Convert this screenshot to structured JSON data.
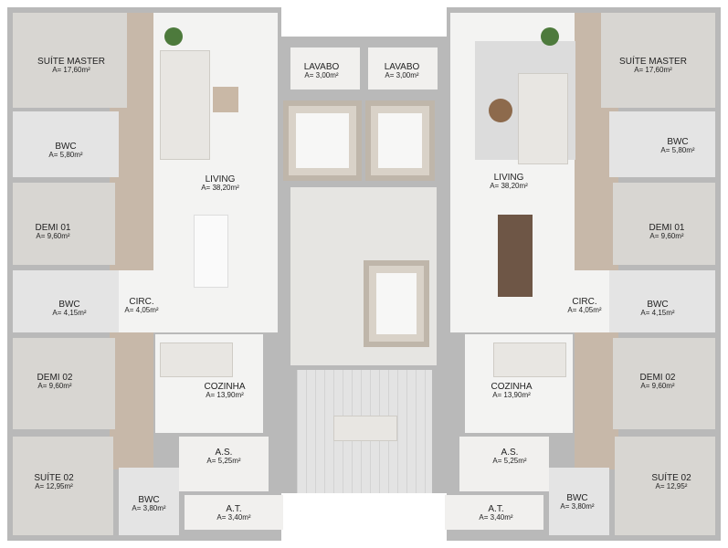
{
  "rooms": {
    "l_suite_master": {
      "name": "SUÍTE MASTER",
      "area": "A= 17,60m²"
    },
    "l_bwc_master": {
      "name": "BWC",
      "area": "A= 5,80m²"
    },
    "l_demi01": {
      "name": "DEMI 01",
      "area": "A= 9,60m²"
    },
    "l_bwc_demi": {
      "name": "BWC",
      "area": "A= 4,15m²"
    },
    "l_circ": {
      "name": "CIRC.",
      "area": "A= 4,05m²"
    },
    "l_living": {
      "name": "LIVING",
      "area": "A= 38,20m²"
    },
    "l_lavabo": {
      "name": "LAVABO",
      "area": "A= 3,00m²"
    },
    "l_demi02": {
      "name": "DEMI 02",
      "area": "A= 9,60m²"
    },
    "l_cozinha": {
      "name": "COZINHA",
      "area": "A= 13,90m²"
    },
    "l_suite02": {
      "name": "SUÍTE 02",
      "area": "A= 12,95m²"
    },
    "l_as": {
      "name": "A.S.",
      "area": "A= 5,25m²"
    },
    "l_bwc_suite02": {
      "name": "BWC",
      "area": "A= 3,80m²"
    },
    "l_at": {
      "name": "A.T.",
      "area": "A= 3,40m²"
    },
    "r_suite_master": {
      "name": "SUÍTE MASTER",
      "area": "A= 17,60m²"
    },
    "r_bwc_master": {
      "name": "BWC",
      "area": "A= 5,80m²"
    },
    "r_demi01": {
      "name": "DEMI 01",
      "area": "A= 9,60m²"
    },
    "r_bwc_demi": {
      "name": "BWC",
      "area": "A= 4,15m²"
    },
    "r_circ": {
      "name": "CIRC.",
      "area": "A= 4,05m²"
    },
    "r_living": {
      "name": "LIVING",
      "area": "A= 38,20m²"
    },
    "r_lavabo": {
      "name": "LAVABO",
      "area": "A= 3,00m²"
    },
    "r_demi02": {
      "name": "DEMI 02",
      "area": "A= 9,60m²"
    },
    "r_cozinha": {
      "name": "COZINHA",
      "area": "A= 13,90m²"
    },
    "r_suite02": {
      "name": "SUÍTE 02",
      "area": "A= 12,95²"
    },
    "r_as": {
      "name": "A.S.",
      "area": "A= 5,25m²"
    },
    "r_bwc_suite02": {
      "name": "BWC",
      "area": "A= 3,80m²"
    },
    "r_at": {
      "name": "A.T.",
      "area": "A= 3,40m²"
    }
  }
}
